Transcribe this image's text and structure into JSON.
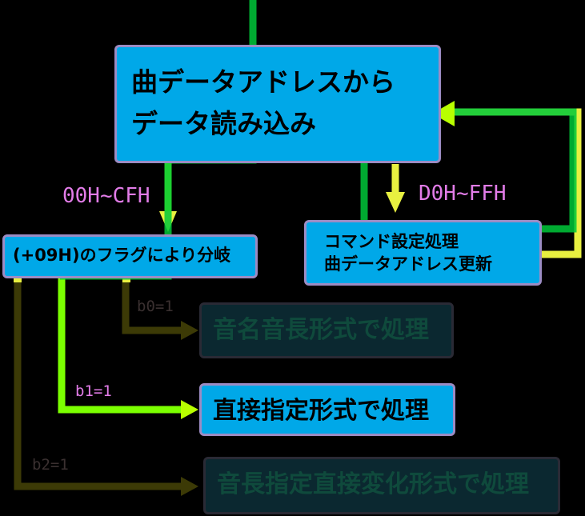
{
  "boxes": {
    "main": {
      "line1": "曲データアドレスから",
      "line2": "データ読み込み"
    },
    "command": {
      "line1": "コマンド設定処理",
      "line2": "曲データアドレス更新"
    },
    "branch": {
      "text": "(+09H)のフラグにより分岐"
    },
    "b0_target": {
      "text": "音名音長形式で処理"
    },
    "b1_target": {
      "text": "直接指定形式で処理"
    },
    "b2_target": {
      "text": "音長指定直接変化形式で処理"
    }
  },
  "edge_labels": {
    "left_range": "00H~CFH",
    "right_range": "D0H~FFH",
    "b0": "b0=1",
    "b1": "b1=1",
    "b2": "b2=1"
  },
  "colors": {
    "box_fill": "#00a8e8",
    "box_border": "#9c8cc4",
    "active_path": "#00c83a",
    "lime_path": "#b8ff00",
    "yellow_path": "#e8f040",
    "dim_path": "#3c3a06",
    "range_label": "#e27ce8"
  }
}
